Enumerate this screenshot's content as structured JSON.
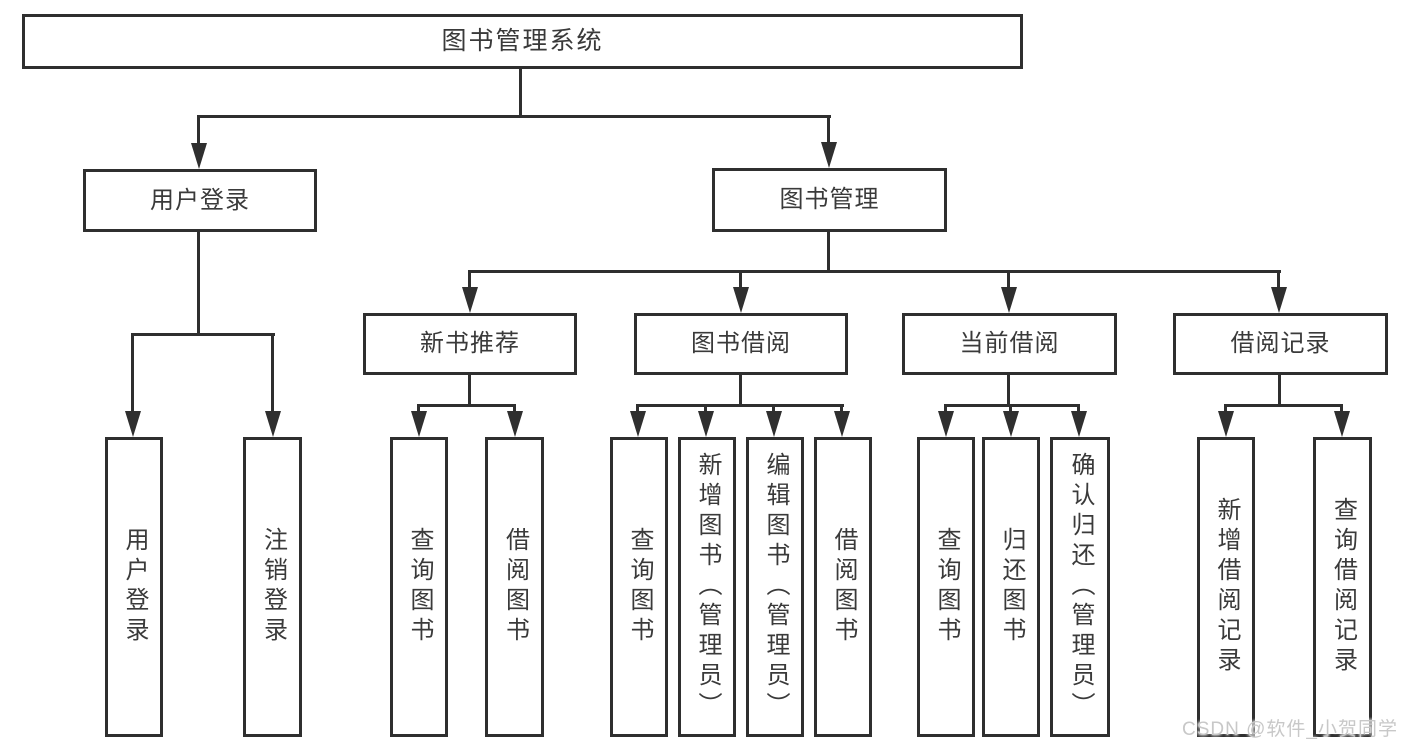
{
  "title": {
    "label": "图书管理系统"
  },
  "level2": {
    "user_login": {
      "label": "用户登录"
    },
    "book_mgmt": {
      "label": "图书管理"
    }
  },
  "level3": {
    "new_book_rec": {
      "label": "新书推荐"
    },
    "book_borrow": {
      "label": "图书借阅"
    },
    "current_borrow": {
      "label": "当前借阅"
    },
    "borrow_records": {
      "label": "借阅记录"
    }
  },
  "leaves": {
    "user_login": [
      "用户登录",
      "注销登录"
    ],
    "new_book_rec": [
      "查询图书",
      "借阅图书"
    ],
    "book_borrow": [
      "查询图书",
      "新增图书（管理员）",
      "编辑图书（管理员）",
      "借阅图书"
    ],
    "current_borrow": [
      "查询图书",
      "归还图书",
      "确认归还（管理员）"
    ],
    "borrow_records": [
      "新增借阅记录",
      "查询借阅记录"
    ]
  },
  "watermark": {
    "text": "CSDN @软件_小贺同学"
  },
  "colors": {
    "line": "#2f2f2f",
    "text": "#3a3a3a",
    "background": "#ffffff",
    "watermark": "#c8c8c8"
  }
}
